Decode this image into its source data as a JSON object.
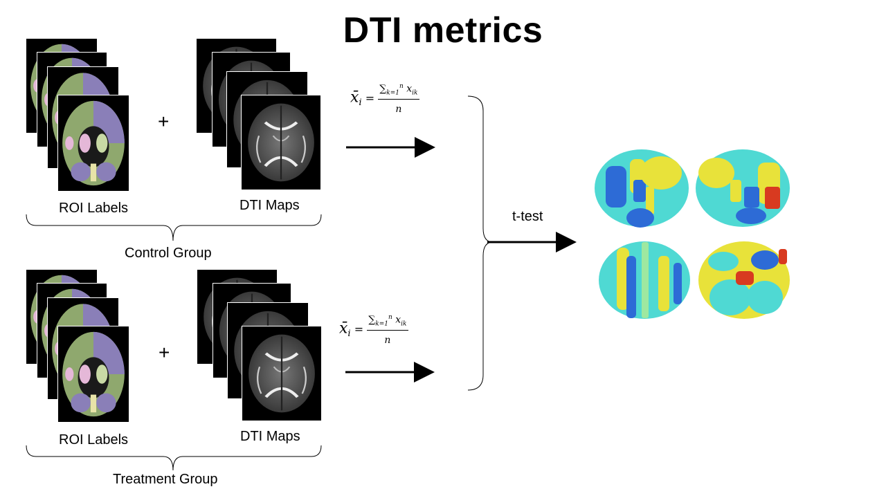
{
  "title": "DTI metrics",
  "control": {
    "roi_label": "ROI Labels",
    "dti_label": "DTI Maps",
    "group_label": "Control Group",
    "plus": "+",
    "equation": {
      "lhs": "x̄",
      "sub": "i",
      "equals": "=",
      "num_sum": "∑",
      "num_from": "k=1",
      "num_to": "n",
      "num_var": "x",
      "num_sub": "ik",
      "den": "n"
    }
  },
  "treatment": {
    "roi_label": "ROI Labels",
    "dti_label": "DTI Maps",
    "group_label": "Treatment Group",
    "plus": "+",
    "equation": {
      "lhs": "x̄",
      "sub": "i",
      "equals": "=",
      "num_sum": "∑",
      "num_from": "k=1",
      "num_to": "n",
      "num_var": "x",
      "num_sub": "ik",
      "den": "n"
    }
  },
  "test_label": "t-test",
  "colors": {
    "roi_green": "#8fa86e",
    "roi_purple": "#8a7fb8",
    "roi_pink": "#e5b8d8",
    "brain_cyan": "#4fd9d3",
    "brain_yellow": "#e8e23a",
    "brain_blue": "#2d6bd6",
    "brain_red": "#d83a20"
  }
}
